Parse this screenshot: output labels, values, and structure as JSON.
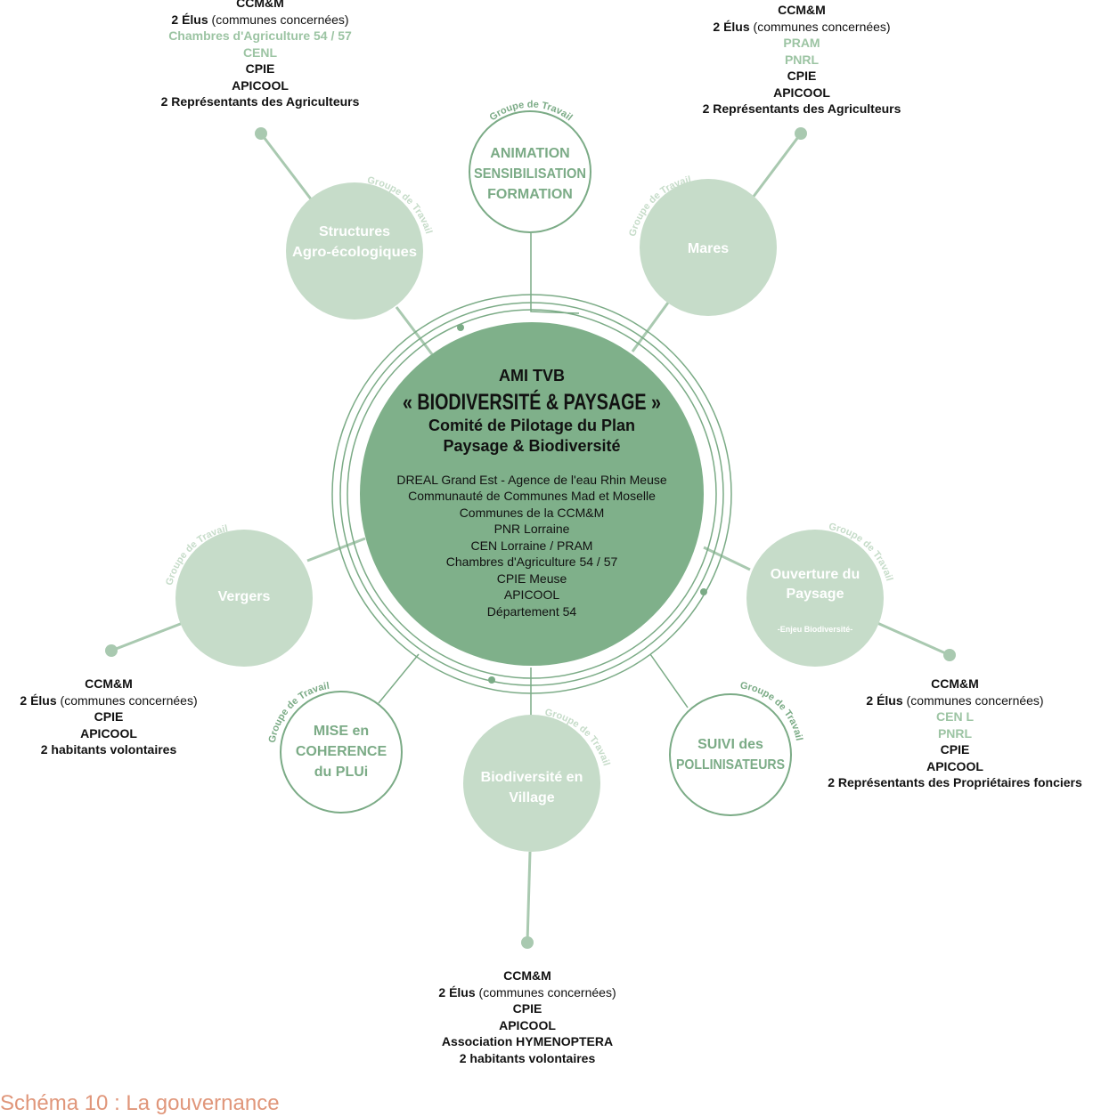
{
  "center": {
    "line1": "AMI TVB",
    "line2": "« BIODIVERSITÉ & PAYSAGE »",
    "line3": "Comité de Pilotage du Plan",
    "line4": "Paysage & Biodiversité",
    "members": [
      "DREAL Grand Est - Agence de l'eau Rhin Meuse",
      "Communauté de Communes Mad et Moselle",
      "Communes de la CCM&M",
      "PNR Lorraine",
      "CEN Lorraine / PRAM",
      "Chambres d'Agriculture 54 / 57",
      "CPIE Meuse",
      "APICOOL",
      "Département 54"
    ]
  },
  "group_label": "Groupe de Travail",
  "groups": {
    "animation": [
      "ANIMATION",
      "SENSIBILISATION",
      "FORMATION"
    ],
    "structures": [
      "Structures",
      "Agro-écologiques"
    ],
    "mares": [
      "Mares"
    ],
    "vergers": [
      "Vergers"
    ],
    "ouverture": [
      "Ouverture du",
      "Paysage",
      "-Enjeu Biodiversité-"
    ],
    "mise": [
      "MISE en",
      "COHERENCE",
      "du PLUi"
    ],
    "village": [
      "Biodiversité en",
      "Village"
    ],
    "suivi": [
      "SUIVI des",
      "POLLINISATEURS"
    ]
  },
  "blocks": {
    "top_left": {
      "l1": "CCM&M",
      "l2a": "2 Élus",
      "l2b": "(communes concernées)",
      "l3": "Chambres d'Agriculture 54 / 57",
      "l4": "CENL",
      "l5": "CPIE",
      "l6": "APICOOL",
      "l7": "2 Représentants des Agriculteurs"
    },
    "top_right": {
      "l1": "CCM&M",
      "l2a": "2 Élus",
      "l2b": "(communes concernées)",
      "l3": "PRAM",
      "l4": "PNRL",
      "l5": "CPIE",
      "l6": "APICOOL",
      "l7": "2 Représentants des Agriculteurs"
    },
    "left": {
      "l1": "CCM&M",
      "l2a": "2 Élus",
      "l2b": "(communes concernées)",
      "l3": "CPIE",
      "l4": "APICOOL",
      "l5": "2 habitants volontaires"
    },
    "right": {
      "l1": "CCM&M",
      "l2a": "2 Élus",
      "l2b": "(communes concernées)",
      "l3": "CEN L",
      "l4": "PNRL",
      "l5": "CPIE",
      "l6": "APICOOL",
      "l7": "2 Représentants des Propriétaires fonciers"
    },
    "bottom": {
      "l1": "CCM&M",
      "l2a": "2 Élus",
      "l2b": "(communes concernées)",
      "l3": "CPIE",
      "l4": "APICOOL",
      "l5": "Association HYMENOPTERA",
      "l6": "2 habitants volontaires"
    }
  },
  "caption": "Schéma 10 : La gouvernance",
  "colors": {
    "center": "#7fb08a",
    "light": "#c6dcc9",
    "line": "#a9c9b0",
    "accent": "#7bab86"
  }
}
